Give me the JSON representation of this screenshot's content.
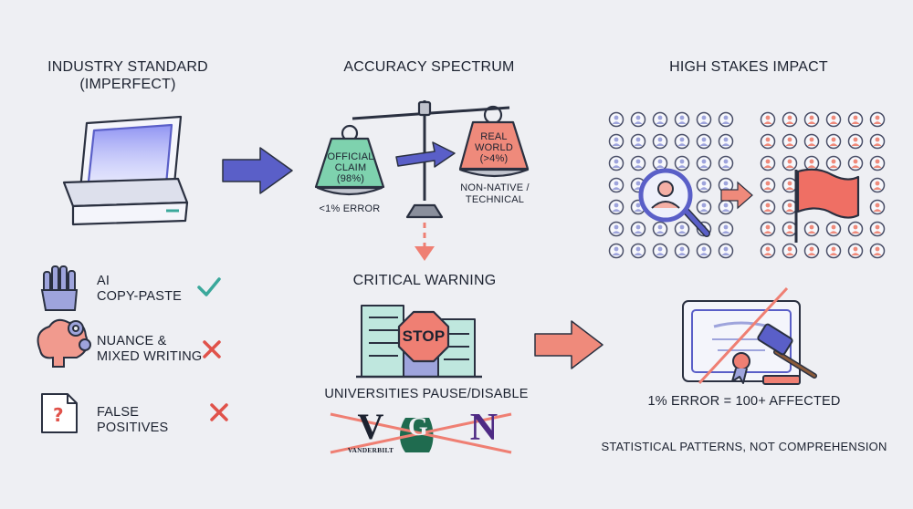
{
  "sections": {
    "industry": {
      "title_line1": "INDUSTRY STANDARD",
      "title_line2": "(IMPERFECT)"
    },
    "accuracy": {
      "title": "ACCURACY SPECTRUM",
      "official_line1": "OFFICIAL",
      "official_line2": "CLAIM",
      "official_line3": "(98%)",
      "official_caption": "<1% ERROR",
      "real_line1": "REAL",
      "real_line2": "WORLD",
      "real_line3": "(>4%)",
      "real_caption_line1": "NON-NATIVE /",
      "real_caption_line2": "TECHNICAL"
    },
    "impact": {
      "title": "HIGH STAKES IMPACT"
    },
    "warning": {
      "title": "CRITICAL WARNING",
      "stop_text": "STOP",
      "caption": "UNIVERSITIES PAUSE/DISABLE",
      "logos": {
        "v_letter": "V",
        "v_name": "VANDERBILT",
        "g_letter": "G",
        "n_letter": "N"
      }
    },
    "result": {
      "error_text": "1% ERROR = 100+ AFFECTED",
      "footer": "STATISTICAL PATTERNS, NOT COMPREHENSION"
    }
  },
  "capabilities": [
    {
      "line1": "AI",
      "line2": "COPY-PASTE",
      "status": "check",
      "icon": "robot-hand-icon"
    },
    {
      "line1": "NUANCE &",
      "line2": "MIXED WRITING",
      "status": "cross",
      "icon": "brain-gears-icon"
    },
    {
      "line1": "FALSE POSITIVES",
      "line2": "",
      "status": "cross",
      "icon": "question-document-icon"
    }
  ],
  "colors": {
    "accent_blue": "#5a5fc8",
    "warning_red": "#ef7f73",
    "check_teal": "#3aa89b",
    "cross_red": "#e0524a",
    "official_green": "#7ed2ae",
    "real_salmon": "#ef8a7b"
  }
}
